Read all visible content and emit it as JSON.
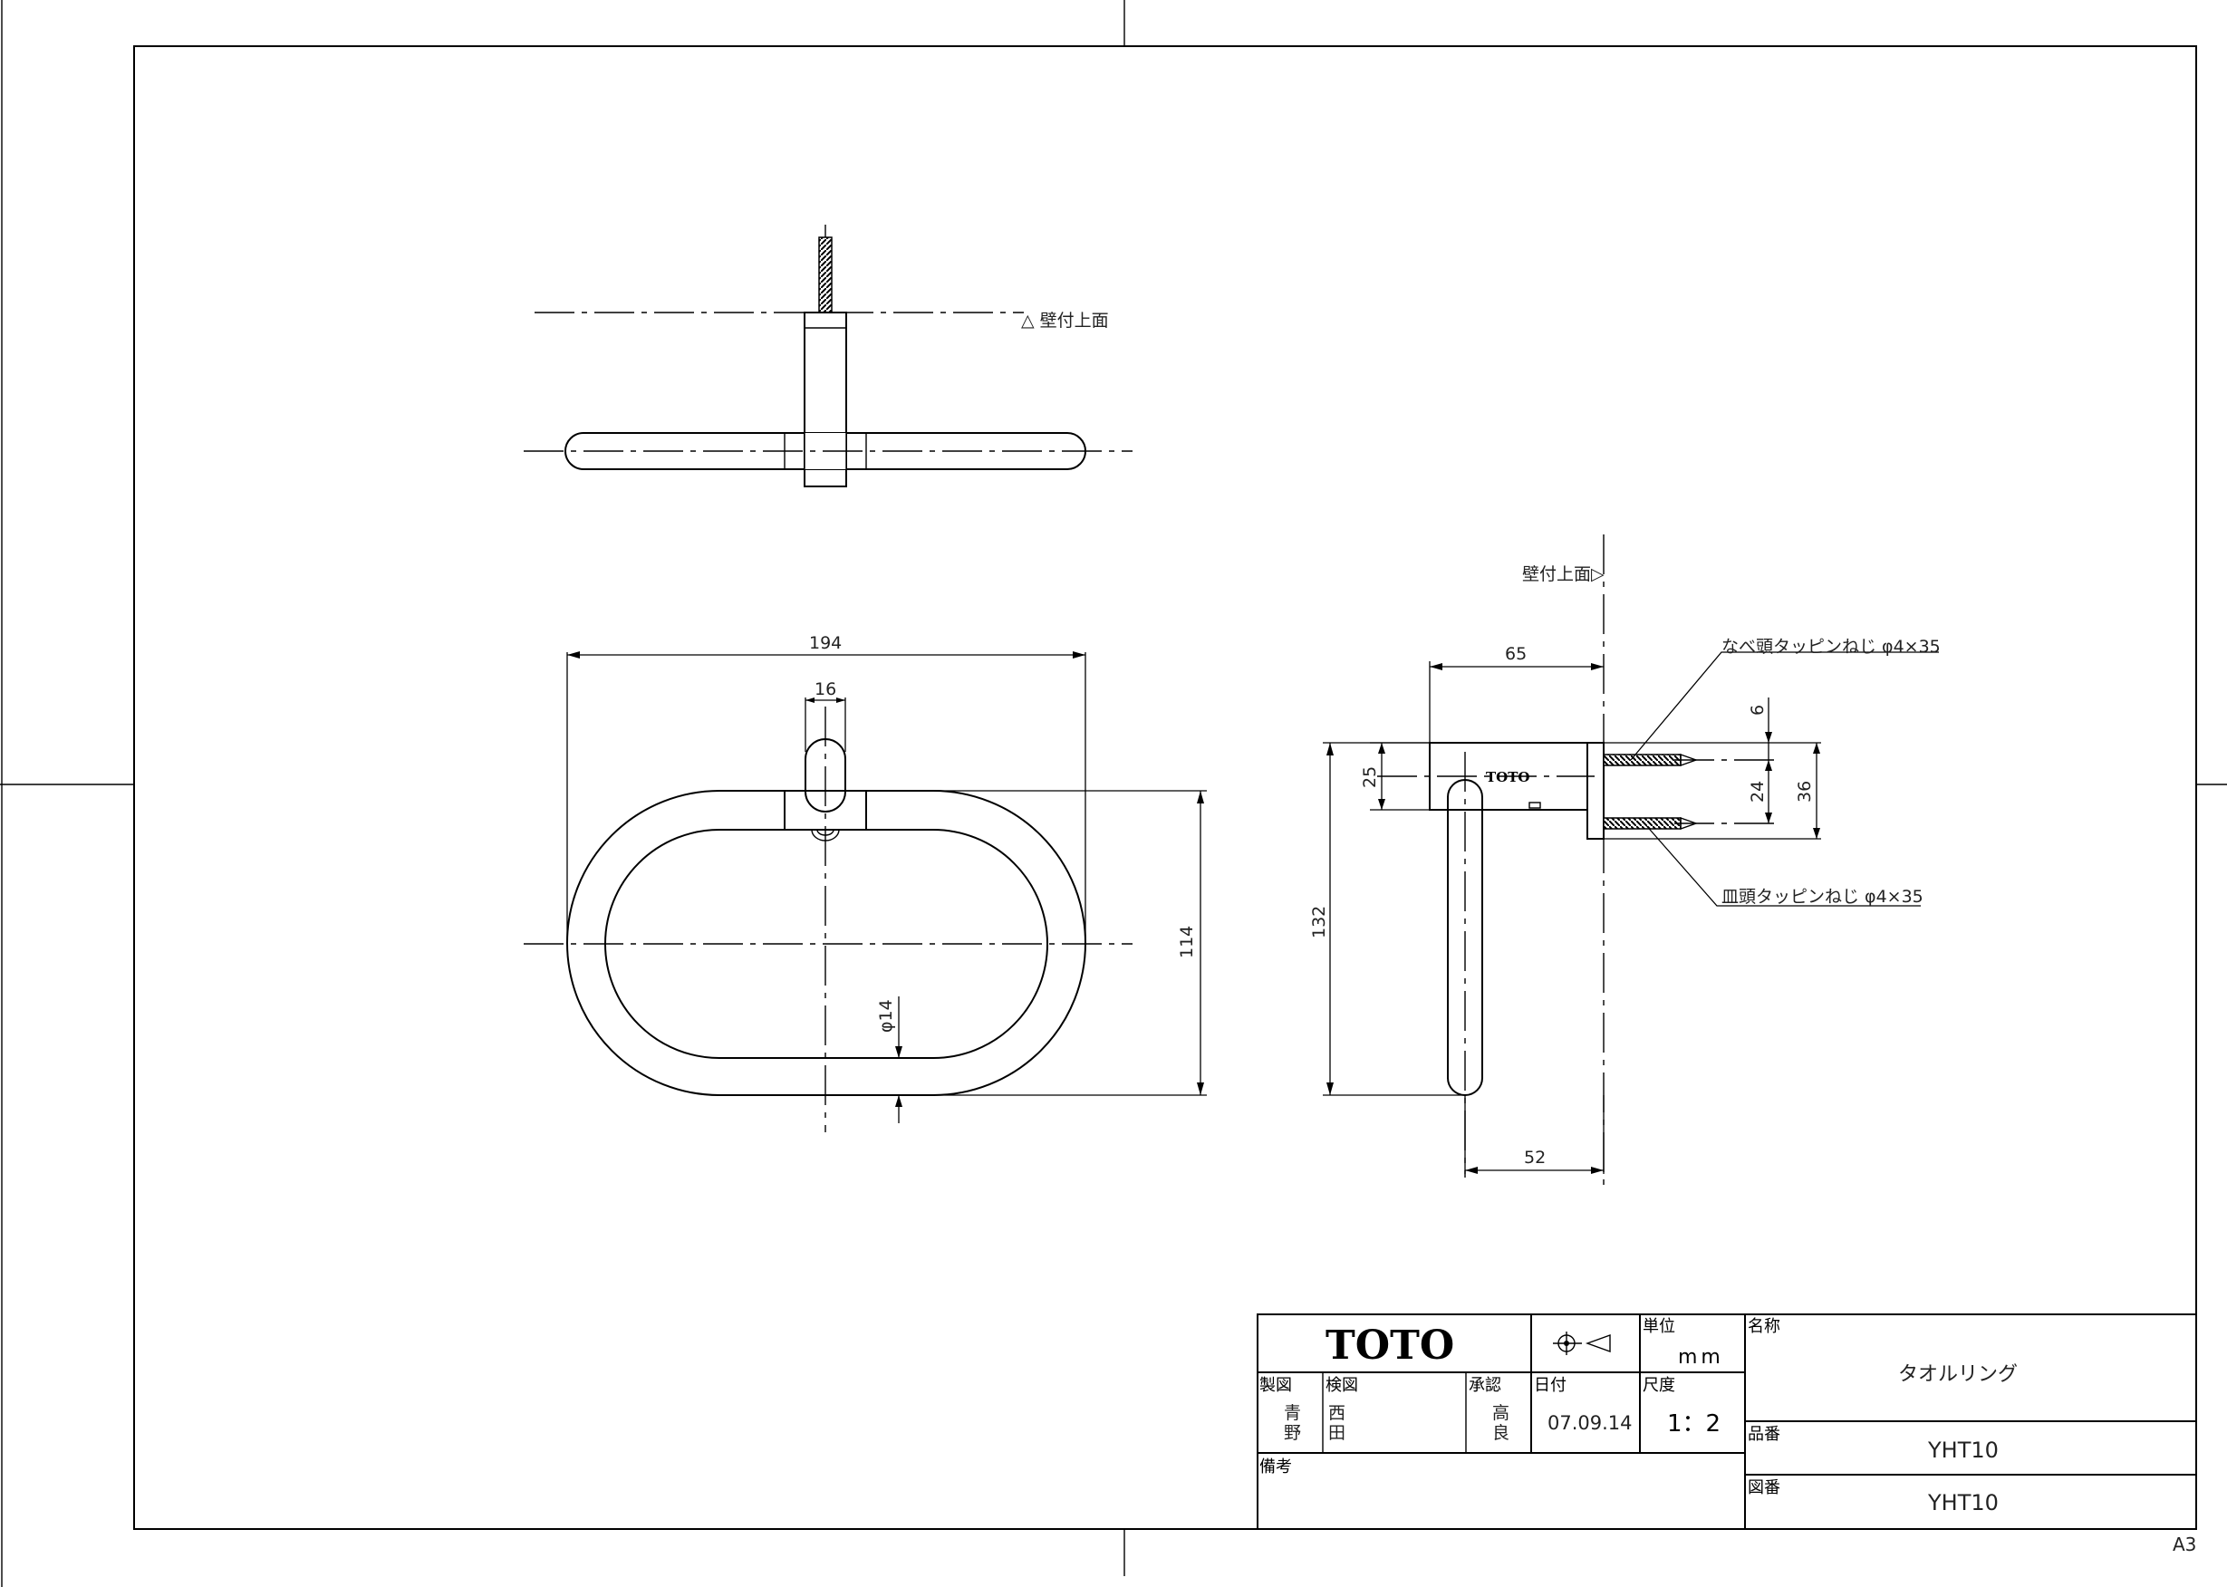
{
  "sheet": {
    "size_label": "A3"
  },
  "top_view": {
    "wall_ref_label": "△ 壁付上面"
  },
  "front_view": {
    "dim_width": "194",
    "dim_post": "16",
    "dim_height": "114",
    "dim_dia": "φ14"
  },
  "side_view": {
    "wall_ref_label": "壁付上面▷",
    "dim_depth": "65",
    "dim_bracket": "25",
    "dim_total_height": "132",
    "dim_bar_offset": "52",
    "dim_top": "6",
    "dim_screw_pitch": "24",
    "dim_plate": "36",
    "brand_mark": "TOTO",
    "screw_upper_label": "なべ頭タッピンねじ φ4×35",
    "screw_lower_label": "皿頭タッピンねじ φ4×35"
  },
  "title_block": {
    "logo": "TOTO",
    "unit_header": "単位",
    "unit_value": "mm",
    "scale_header": "尺度",
    "scale_value": "1：2",
    "drawn_header": "製図",
    "drawn_by": [
      "青",
      "野"
    ],
    "checked_header": "検図",
    "checked_by": [
      "西",
      "田"
    ],
    "approved_header": "承認",
    "approved_by": [
      "高",
      "良"
    ],
    "date_header": "日付",
    "date_value": "07.09.14",
    "remarks_header": "備考",
    "name_header": "名称",
    "name_value": "タオルリング",
    "part_no_header": "品番",
    "part_no_value": "YHT10",
    "drawing_no_header": "図番",
    "drawing_no_value": "YHT10"
  }
}
